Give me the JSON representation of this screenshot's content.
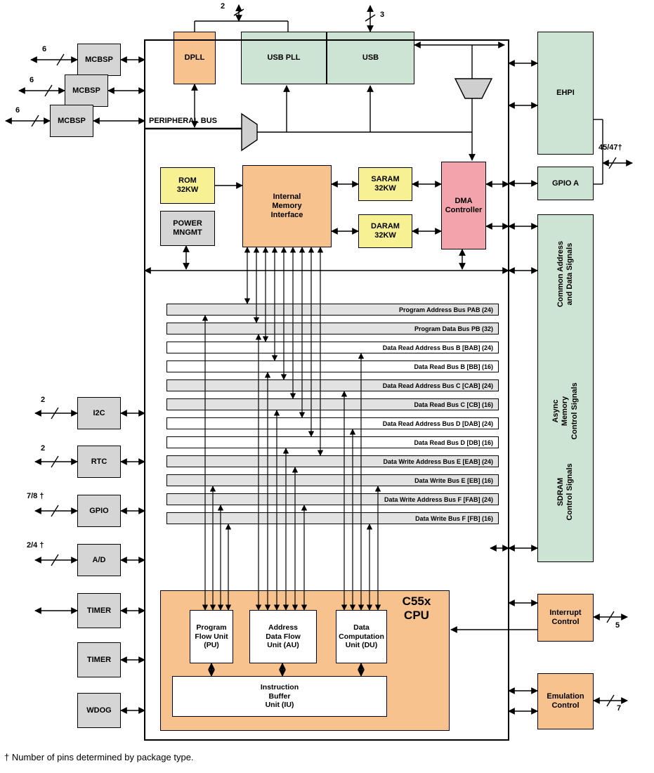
{
  "footnote": "† Number of pins determined by package type.",
  "peripheral_bus": "PERIPHERAL BUS",
  "top": {
    "dpll": "DPLL",
    "usb_pll": "USB PLL",
    "usb": "USB",
    "pin2": "2",
    "pin3": "3"
  },
  "left": {
    "mcbsp1": "MCBSP",
    "mcbsp2": "MCBSP",
    "mcbsp3": "MCBSP",
    "mcbsp_pins": "6",
    "i2c": "I2C",
    "i2c_pins": "2",
    "rtc": "RTC",
    "rtc_pins": "2",
    "gpio": "GPIO",
    "gpio_pins": "7/8 †",
    "ad": "A/D",
    "ad_pins": "2/4 †",
    "timer1": "TIMER",
    "timer2": "TIMER",
    "wdog": "WDOG"
  },
  "memory": {
    "rom": "ROM\n32KW",
    "power": "POWER\nMNGMT",
    "imi": "Internal\nMemory\nInterface",
    "saram": "SARAM\n32KW",
    "daram": "DARAM\n32KW",
    "dma": "DMA\nController"
  },
  "right": {
    "ehpi": "EHPI",
    "ehpi_pins": "45/47†",
    "gpio_a": "GPIO A",
    "signals": {
      "common": "Common Address\nand Data Signals",
      "async": "Async\nMemory\nControl Signals",
      "sdram": "SDRAM\nControl Signals"
    },
    "interrupt": "Interrupt\nControl",
    "interrupt_pins": "5",
    "emulation": "Emulation\nControl",
    "emulation_pins": "7"
  },
  "buses": [
    "Program Address Bus PAB (24)",
    "Program Data Bus PB (32)",
    "Data Read Address Bus B [BAB] (24)",
    "Data Read Bus B [BB] (16)",
    "Data Read Address Bus C [CAB] (24)",
    "Data Read Bus C [CB] (16)",
    "Data Read Address Bus D [DAB] (24)",
    "Data Read Bus D [DB] (16)",
    "Data Write Address Bus E [EAB] (24)",
    "Data Write Bus E [EB] (16)",
    "Data Write Address Bus F [FAB] (24)",
    "Data Write Bus F [FB] (16)"
  ],
  "cpu": {
    "title": "C55x\nCPU",
    "pu": "Program\nFlow Unit\n(PU)",
    "au": "Address\nData Flow\nUnit (AU)",
    "du": "Data\nComputation\nUnit (DU)",
    "iu": "Instruction\nBuffer\nUnit (IU)"
  },
  "colors": {
    "orange": "#f7c28d",
    "green": "#cde3d3",
    "yellow": "#f7f193",
    "pink": "#f2a3ac",
    "gray": "#d5d5d5",
    "bus_gray": "#e2e2e2"
  }
}
